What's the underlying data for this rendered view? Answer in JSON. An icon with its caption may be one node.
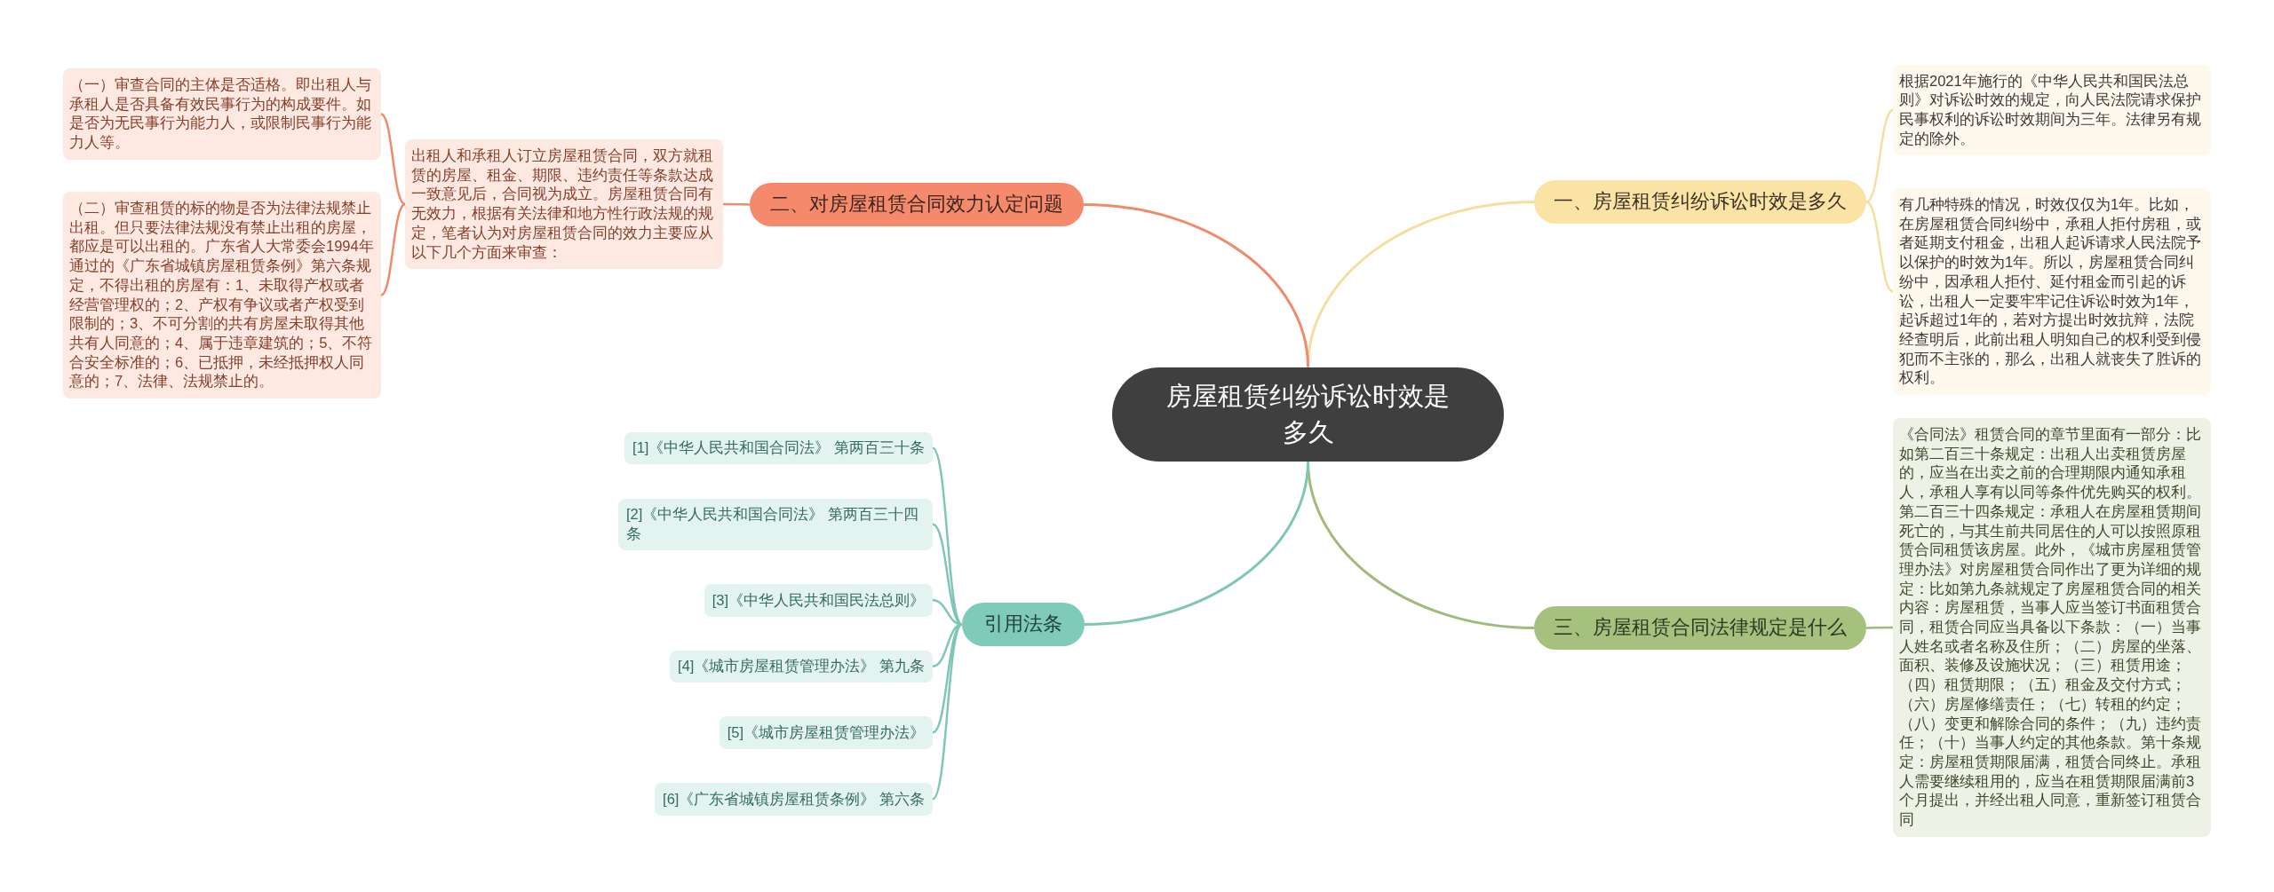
{
  "diagram": {
    "nodes": [
      {
        "text": [
          "房屋租赁纠纷诉讼时效是多久"
        ]
      },
      {
        "text": [
          "一、房屋租赁纠纷诉讼时效是多久"
        ]
      },
      {
        "text": [
          "根据2021年施行的《中华人民共和国民法总则》对诉讼时效的规定，向人民法院请求保护民事权利的诉讼时效期间为三年。法律另有规定的除外。"
        ]
      },
      {
        "text": [
          "有几种特殊的情况，时效仅仅为1年。比如，在房屋租赁合同纠纷中，承租人拒付房租，或者延期支付租金，出租人起诉请求人民法院予以保护的时效为1年。所以，房屋租赁合同纠纷中，因承租人拒付、延付租金而引起的诉讼，出租人一定要牢牢记住诉讼时效为1年，起诉超过1年的，若对方提出时效抗辩，法院经查明后，此前出租人明知自己的权利受到侵犯而不主张的，那么，出租人就丧失了胜诉的权利。"
        ]
      },
      {
        "text": [
          "二、对房屋租赁合同效力认定问题"
        ]
      },
      {
        "text": [
          "出租人和承租人订立房屋租赁合同，双方就租赁的房屋、租金、期限、违约责任等条款达成一致意见后，合同视为成立。房屋租赁合同有无效力，根据有关法律和地方性行政法规的规定，笔者认为对房屋租赁合同的效力主要应从以下几个方面来审查："
        ]
      },
      {
        "text": [
          "（一）审查合同的主体是否适格。即出租人与承租人是否具备有效民事行为的构成要件。如是否为无民事行为能力人，或限制民事行为能力人等。"
        ]
      },
      {
        "text": [
          "（二）审查租赁的标的物是否为法律法规禁止出租。但只要法律法规没有禁止出租的房屋，都应是可以出租的。广东省人大常委会1994年通过的《广东省城镇房屋租赁条例》第六条规定，不得出租的房屋有：1、未取得产权或者经营管理权的；2、产权有争议或者产权受到限制的；3、不可分割的共有房屋未取得其他共有人同意的；4、属于违章建筑的；5、不符合安全标准的；6、已抵押，未经抵押权人同意的；7、法律、法规禁止的。"
        ]
      },
      {
        "text": [
          "三、房屋租赁合同法律规定是什么"
        ]
      },
      {
        "text": [
          "《合同法》租赁合同的章节里面有一部分：比如第二百三十条规定：出租人出卖租赁房屋的，应当在出卖之前的合理期限内通知承租人，承租人享有以同等条件优先购买的权利。第二百三十四条规定：承租人在房屋租赁期间死亡的，与其生前共同居住的人可以按照原租赁合同租赁该房屋。此外，《城市房屋租赁管理办法》对房屋租赁合同作出了更为详细的规定：比如第九条就规定了房屋租赁合同的相关内容：房屋租赁，当事人应当签订书面租赁合同，租赁合同应当具备以下条款：（一）当事人姓名或者名称及住所；（二）房屋的坐落、面积、装修及设施状况；（三）租赁用途；（四）租赁期限；（五）租金及交付方式；（六）房屋修缮责任；（七）转租的约定；（八）变更和解除合同的条件；（九）违约责任；（十）当事人约定的其他条款。第十条规定：房屋租赁期限届满，租赁合同终止。承租人需要继续租用的，应当在租赁期限届满前3个月提出，并经出租人同意，重新签订租赁合同"
        ]
      },
      {
        "text": [
          "引用法条"
        ]
      },
      {
        "text": [
          "[1]《中华人民共和国合同法》 第两百三十条"
        ]
      },
      {
        "text": [
          "[2]《中华人民共和国合同法》 第两百三十四条"
        ]
      },
      {
        "text": [
          "[3]《中华人民共和国民法总则》"
        ]
      },
      {
        "text": [
          "[4]《城市房屋租赁管理办法》 第九条"
        ]
      },
      {
        "text": [
          "[5]《城市房屋租赁管理办法》"
        ]
      },
      {
        "text": [
          "[6]《广东省城镇房屋租赁条例》 第六条"
        ]
      }
    ],
    "edges": [
      {
        "from": 0,
        "to": 1,
        "arrow": "none",
        "color": "#f5dea0"
      },
      {
        "from": 1,
        "to": 2,
        "arrow": "none",
        "color": "#f5dea0"
      },
      {
        "from": 1,
        "to": 3,
        "arrow": "none",
        "color": "#f5dea0"
      },
      {
        "from": 0,
        "to": 4,
        "arrow": "none",
        "color": "#ef8b6b"
      },
      {
        "from": 4,
        "to": 5,
        "arrow": "none",
        "color": "#ef8b6b"
      },
      {
        "from": 5,
        "to": 6,
        "arrow": "none",
        "color": "#ef8b6b"
      },
      {
        "from": 5,
        "to": 7,
        "arrow": "none",
        "color": "#ef8b6b"
      },
      {
        "from": 0,
        "to": 8,
        "arrow": "none",
        "color": "#a3ba7b"
      },
      {
        "from": 8,
        "to": 9,
        "arrow": "none",
        "color": "#a3ba7b"
      },
      {
        "from": 0,
        "to": 10,
        "arrow": "none"
      },
      {
        "from": 10,
        "to": 11,
        "arrow": "none"
      },
      {
        "from": 10,
        "to": 12,
        "arrow": "none"
      },
      {
        "from": 10,
        "to": 13,
        "arrow": "none"
      },
      {
        "from": 10,
        "to": 14,
        "arrow": "none"
      },
      {
        "from": 10,
        "to": 15,
        "arrow": "none"
      },
      {
        "from": 10,
        "to": 16,
        "arrow": "none"
      }
    ]
  }
}
